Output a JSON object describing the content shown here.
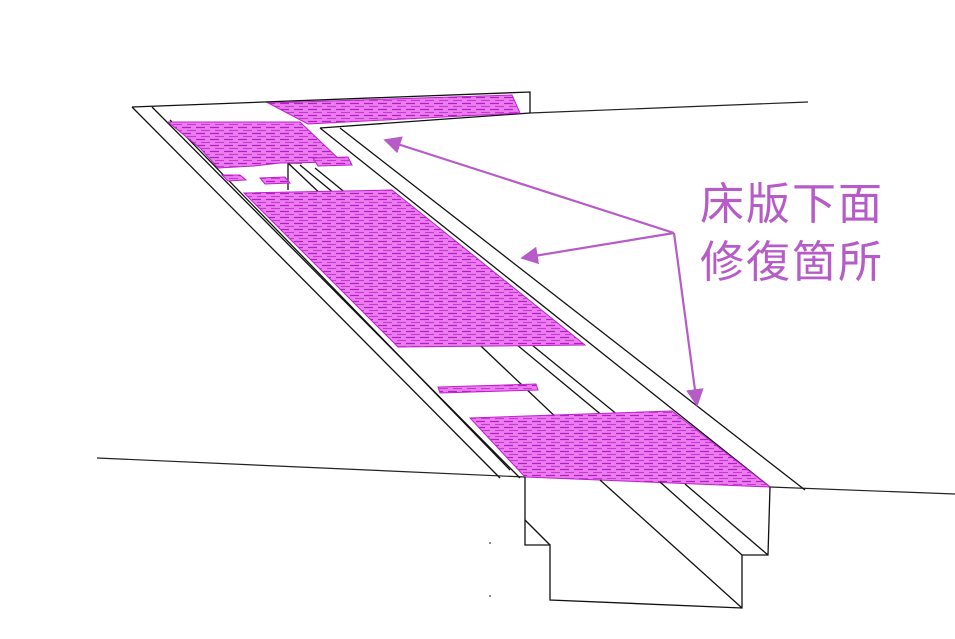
{
  "annotation": {
    "line1": "床版下面",
    "line2": "修復箇所",
    "color": "#b65bc7"
  },
  "colors": {
    "repair_fill": "#e060e8",
    "repair_hatch": "#a020b0",
    "outline": "#111111",
    "arrow": "#b65bc7",
    "background": "#ffffff"
  },
  "figure": {
    "subject": "bridge deck slab underside perspective view",
    "repair_areas_marked": 3,
    "arrows": 3
  }
}
